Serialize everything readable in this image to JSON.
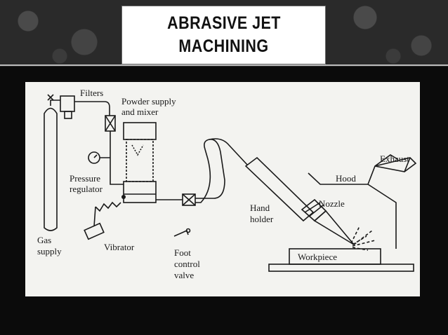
{
  "slide": {
    "title_lines": [
      "ABRASIVE JET",
      "MACHINING"
    ]
  },
  "diagram": {
    "labels": {
      "filters": "Filters",
      "powder_supply_1": "Powder supply",
      "powder_supply_2": "and mixer",
      "pressure_1": "Pressure",
      "pressure_2": "regulator",
      "gas_1": "Gas",
      "gas_2": "supply",
      "vibrator": "Vibrator",
      "foot_1": "Foot",
      "foot_2": "control",
      "foot_3": "valve",
      "hand_1": "Hand",
      "hand_2": "holder",
      "hood": "Hood",
      "exhaust": "Exhaust",
      "nozzle": "Nozzle",
      "workpiece": "Workpiece"
    }
  }
}
